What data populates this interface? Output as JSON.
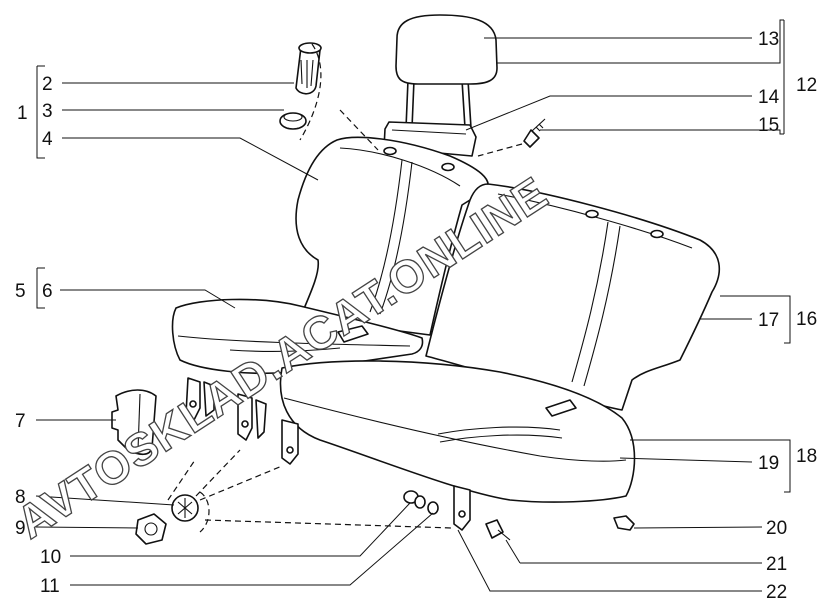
{
  "watermark": "AVTOSKLAD.ACAT.ONLINE",
  "callouts": {
    "c1": "1",
    "c2": "2",
    "c3": "3",
    "c4": "4",
    "c5": "5",
    "c6": "6",
    "c7": "7",
    "c8": "8",
    "c9": "9",
    "c10": "10",
    "c11": "11",
    "c12": "12",
    "c13": "13",
    "c14": "14",
    "c15": "15",
    "c16": "16",
    "c17": "17",
    "c18": "18",
    "c19": "19",
    "c20": "20",
    "c21": "21",
    "c22": "22"
  }
}
